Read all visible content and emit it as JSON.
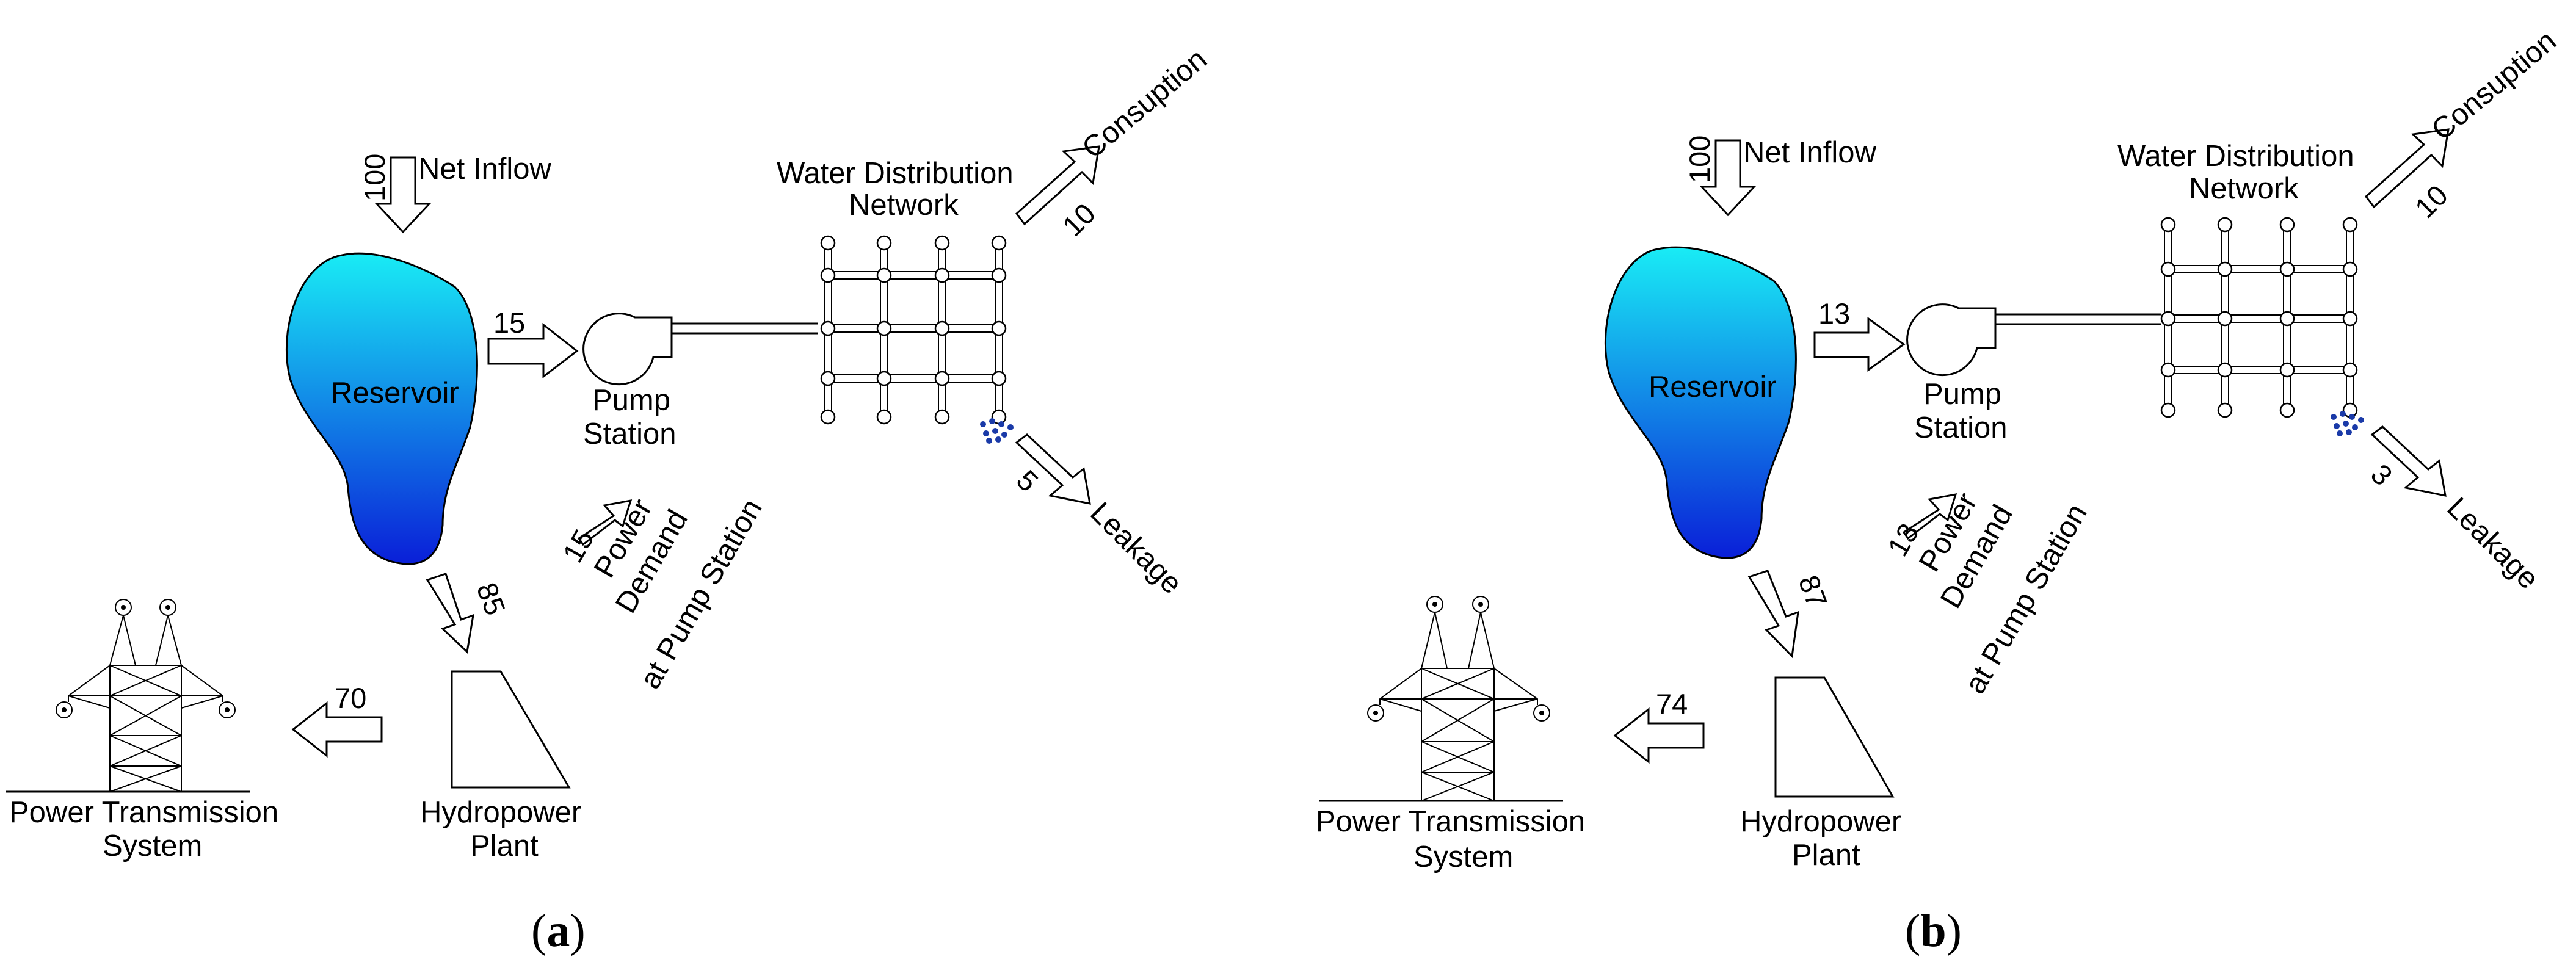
{
  "panels": [
    {
      "id": "a",
      "caption_letter": "a",
      "net_inflow_value": "100",
      "net_inflow_label": "Net Inflow",
      "reservoir_label": "Reservoir",
      "to_pump_value": "15",
      "pump_label_1": "Pump",
      "pump_label_2": "Station",
      "network_label_1": "Water Distribution",
      "network_label_2": "Network",
      "consumption_value": "10",
      "consumption_label": "Consuption",
      "leakage_value": "5",
      "leakage_label": "Leakage",
      "power_demand_value": "15",
      "power_demand_label_1": "Power",
      "power_demand_label_2": "Demand",
      "power_demand_label_3": "at Pump Station",
      "to_hydro_value": "85",
      "hydro_label_1": "Hydropower",
      "hydro_label_2": "Plant",
      "to_grid_value": "70",
      "grid_label_1": "Power Transmission",
      "grid_label_2": "System"
    },
    {
      "id": "b",
      "caption_letter": "b",
      "net_inflow_value": "100",
      "net_inflow_label": "Net Inflow",
      "reservoir_label": "Reservoir",
      "to_pump_value": "13",
      "pump_label_1": "Pump",
      "pump_label_2": "Station",
      "network_label_1": "Water Distribution",
      "network_label_2": "Network",
      "consumption_value": "10",
      "consumption_label": "Consuption",
      "leakage_value": "3",
      "leakage_label": "Leakage",
      "power_demand_value": "13",
      "power_demand_label_1": "Power",
      "power_demand_label_2": "Demand",
      "power_demand_label_3": "at Pump Station",
      "to_hydro_value": "87",
      "hydro_label_1": "Hydropower",
      "hydro_label_2": "Plant",
      "to_grid_value": "74",
      "grid_label_1": "Power Transmission",
      "grid_label_2": "System"
    }
  ],
  "colors": {
    "reservoir_top": "#19ecf5",
    "reservoir_bottom": "#0a1fd8",
    "leak_drops": "#1a3aa8"
  }
}
